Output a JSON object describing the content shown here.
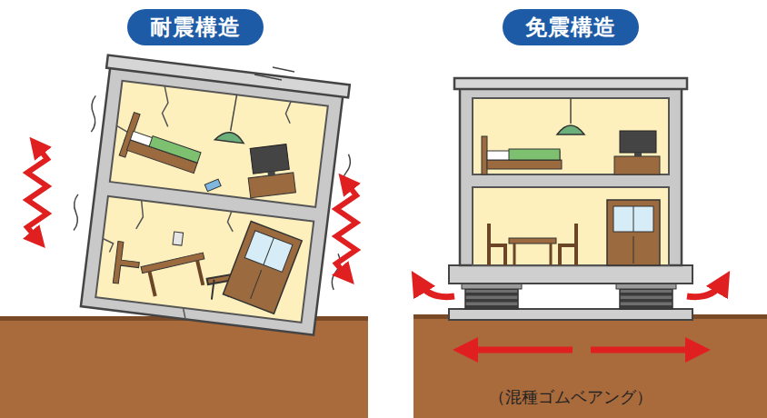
{
  "diagram": {
    "nodes": [
      {
        "text": [
          "耐震構造"
        ]
      },
      {
        "text": [
          "免震構造"
        ]
      }
    ],
    "labels": [
      "（混種ゴムベアング）"
    ]
  }
}
